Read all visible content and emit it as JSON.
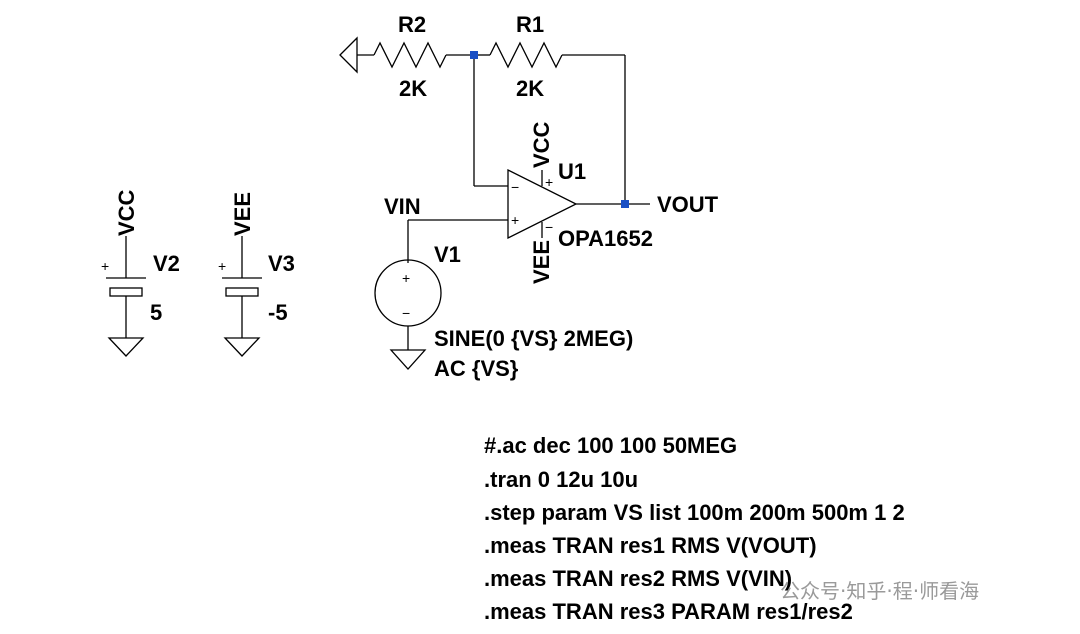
{
  "components": {
    "r2": {
      "ref": "R2",
      "value": "2K"
    },
    "r1": {
      "ref": "R1",
      "value": "2K"
    },
    "u1": {
      "ref": "U1",
      "model": "OPA1652",
      "supply_pos": "VCC",
      "supply_neg": "VEE",
      "pin_minus": "−",
      "pin_plus": "+",
      "vpin_plus": "+",
      "vpin_minus": "−"
    },
    "v1": {
      "ref": "V1",
      "plus": "+",
      "minus": "−",
      "line1": "SINE(0 {VS} 2MEG)",
      "line2": "AC {VS}"
    },
    "v2": {
      "ref": "V2",
      "net": "VCC",
      "value": "5",
      "plus": "+"
    },
    "v3": {
      "ref": "V3",
      "net": "VEE",
      "value": "-5",
      "plus": "+"
    }
  },
  "nets": {
    "vin": "VIN",
    "vout": "VOUT"
  },
  "directives": [
    "#.ac dec 100 100 50MEG",
    ".tran 0 12u 10u",
    ".step param VS list 100m 200m 500m 1 2",
    ".meas TRAN res1 RMS V(VOUT)",
    ".meas TRAN res2 RMS V(VIN)",
    ".meas TRAN res3 PARAM res1/res2"
  ],
  "watermark": "公众号·知乎·程·师看海"
}
